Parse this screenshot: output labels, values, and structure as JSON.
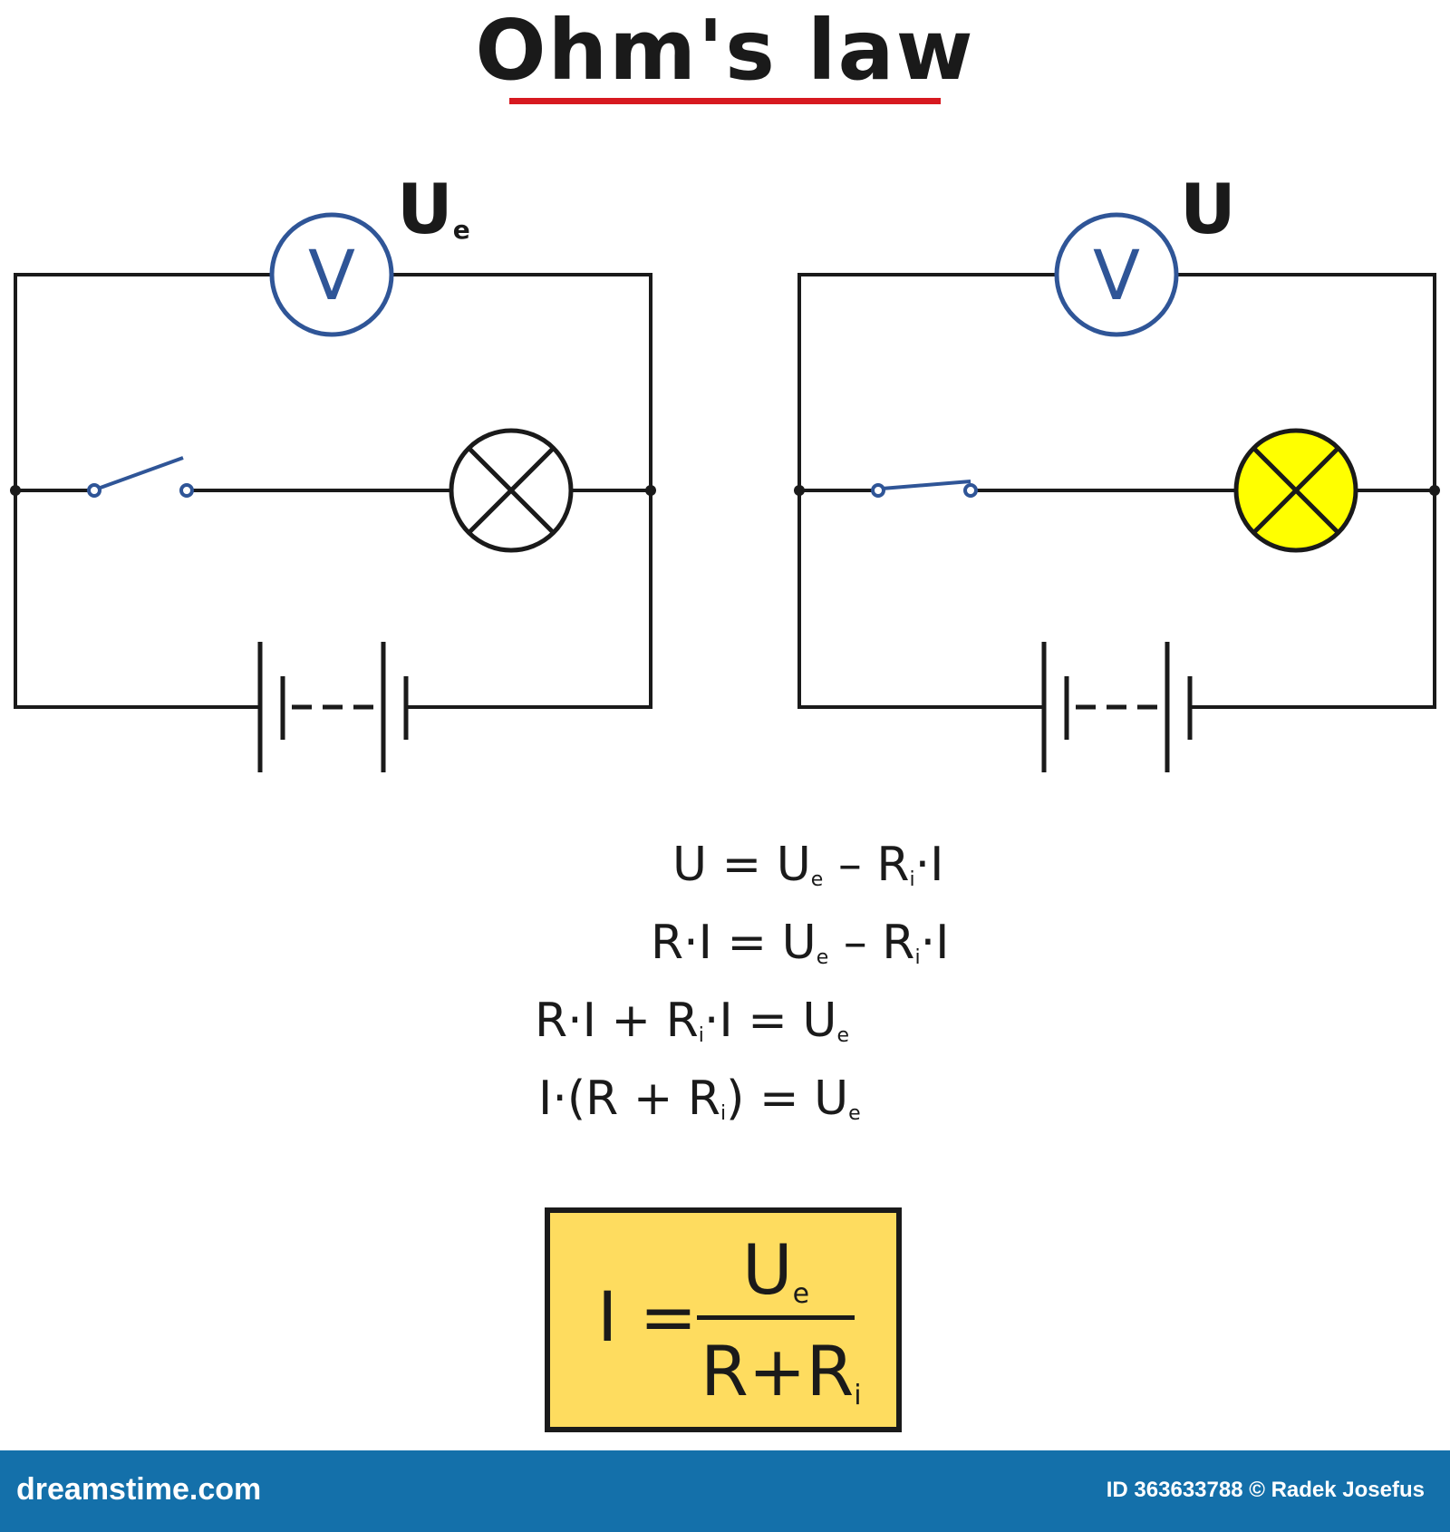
{
  "title": "Ohm's law",
  "colors": {
    "underline": "#d71920",
    "meter": "#2f5597",
    "lamp_on": "#ffff00",
    "formula_box": "#fedc5f",
    "footer": "#1470aa"
  },
  "left_circuit": {
    "voltmeter_symbol": "V",
    "voltage_label": "U",
    "voltage_sub": "e",
    "switch_state": "open",
    "lamp_state": "off"
  },
  "right_circuit": {
    "voltmeter_symbol": "V",
    "voltage_label": "U",
    "switch_state": "closed",
    "lamp_state": "on"
  },
  "equations": [
    "U = Ue – Ri·I",
    "R·I = Ue – Ri·I",
    "R·I + Ri·I = Ue",
    "I·(R + Ri) = Ue"
  ],
  "result": {
    "lhs": "I =",
    "numerator": "U",
    "numerator_sub": "e",
    "denominator": "R+R",
    "denominator_sub": "i"
  },
  "footer": {
    "brand": "dreamstime.com",
    "credit": "ID 363633788 © Radek Josefus"
  }
}
